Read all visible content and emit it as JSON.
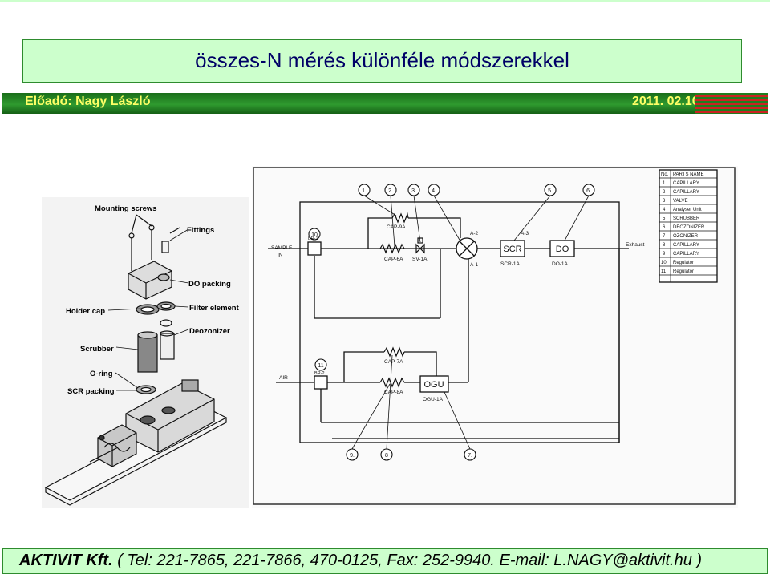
{
  "slide": {
    "title": "összes-N mérés  különféle módszerekkel",
    "presenter": "Előadó:   Nagy László",
    "date": "2011. 02.10.",
    "footer_company": "AKTIVIT Kft.",
    "footer_contact": " ( Tel: 221-7865, 221-7866, 470-0125,   Fax: 252-9940. E-mail: L.NAGY@aktivit.hu )"
  },
  "left_figure": {
    "labels": {
      "mounting_screws": "Mounting screws",
      "fittings": "Fittings",
      "do_packing": "DO packing",
      "holder_cap": "Holder cap",
      "filter_element": "Filter element",
      "deozonizer": "Deozonizer",
      "scrubber": "Scrubber",
      "o_ring": "O-ring",
      "scr_packing": "SCR packing"
    }
  },
  "right_figure": {
    "labels": {
      "sample_in_1": "SAMPLE",
      "sample_in_2": "IN",
      "air": "AIR",
      "exhaust": "Exhaust",
      "br1": "BR-1",
      "br2": "BR-2",
      "cap9a": "CAP-9A",
      "cap6a": "CAP-6A",
      "sv1a": "SV-1A",
      "a2": "A-2",
      "a1": "A-1",
      "a3": "A-3",
      "scr": "SCR",
      "scr1a": "SCR-1A",
      "do": "DO",
      "do1a": "DO-1A",
      "cap7a": "CAP-7A",
      "cap8a": "CAP-8A",
      "ogu": "OGU",
      "ogu1a": "OGU-1A"
    },
    "callouts": [
      "1.",
      "2.",
      "3.",
      "4.",
      "5.",
      "6.",
      "10",
      "11",
      "9.",
      "8",
      "7."
    ],
    "parts_table": {
      "header_no": "No.",
      "header_name": "PARTS NAME",
      "rows": [
        {
          "no": "1",
          "name": "CAPILLARY"
        },
        {
          "no": "2",
          "name": "CAPILLARY"
        },
        {
          "no": "3",
          "name": "VALVE"
        },
        {
          "no": "4",
          "name": "Analyser Unit"
        },
        {
          "no": "5",
          "name": "SCRUBBER"
        },
        {
          "no": "6",
          "name": "DEOZONIZER"
        },
        {
          "no": "7",
          "name": "OZONIZER"
        },
        {
          "no": "8",
          "name": "CAPILLARY"
        },
        {
          "no": "9",
          "name": "CAPILLARY"
        },
        {
          "no": "10",
          "name": "Regulator"
        },
        {
          "no": "11",
          "name": "Regulator"
        }
      ]
    }
  }
}
